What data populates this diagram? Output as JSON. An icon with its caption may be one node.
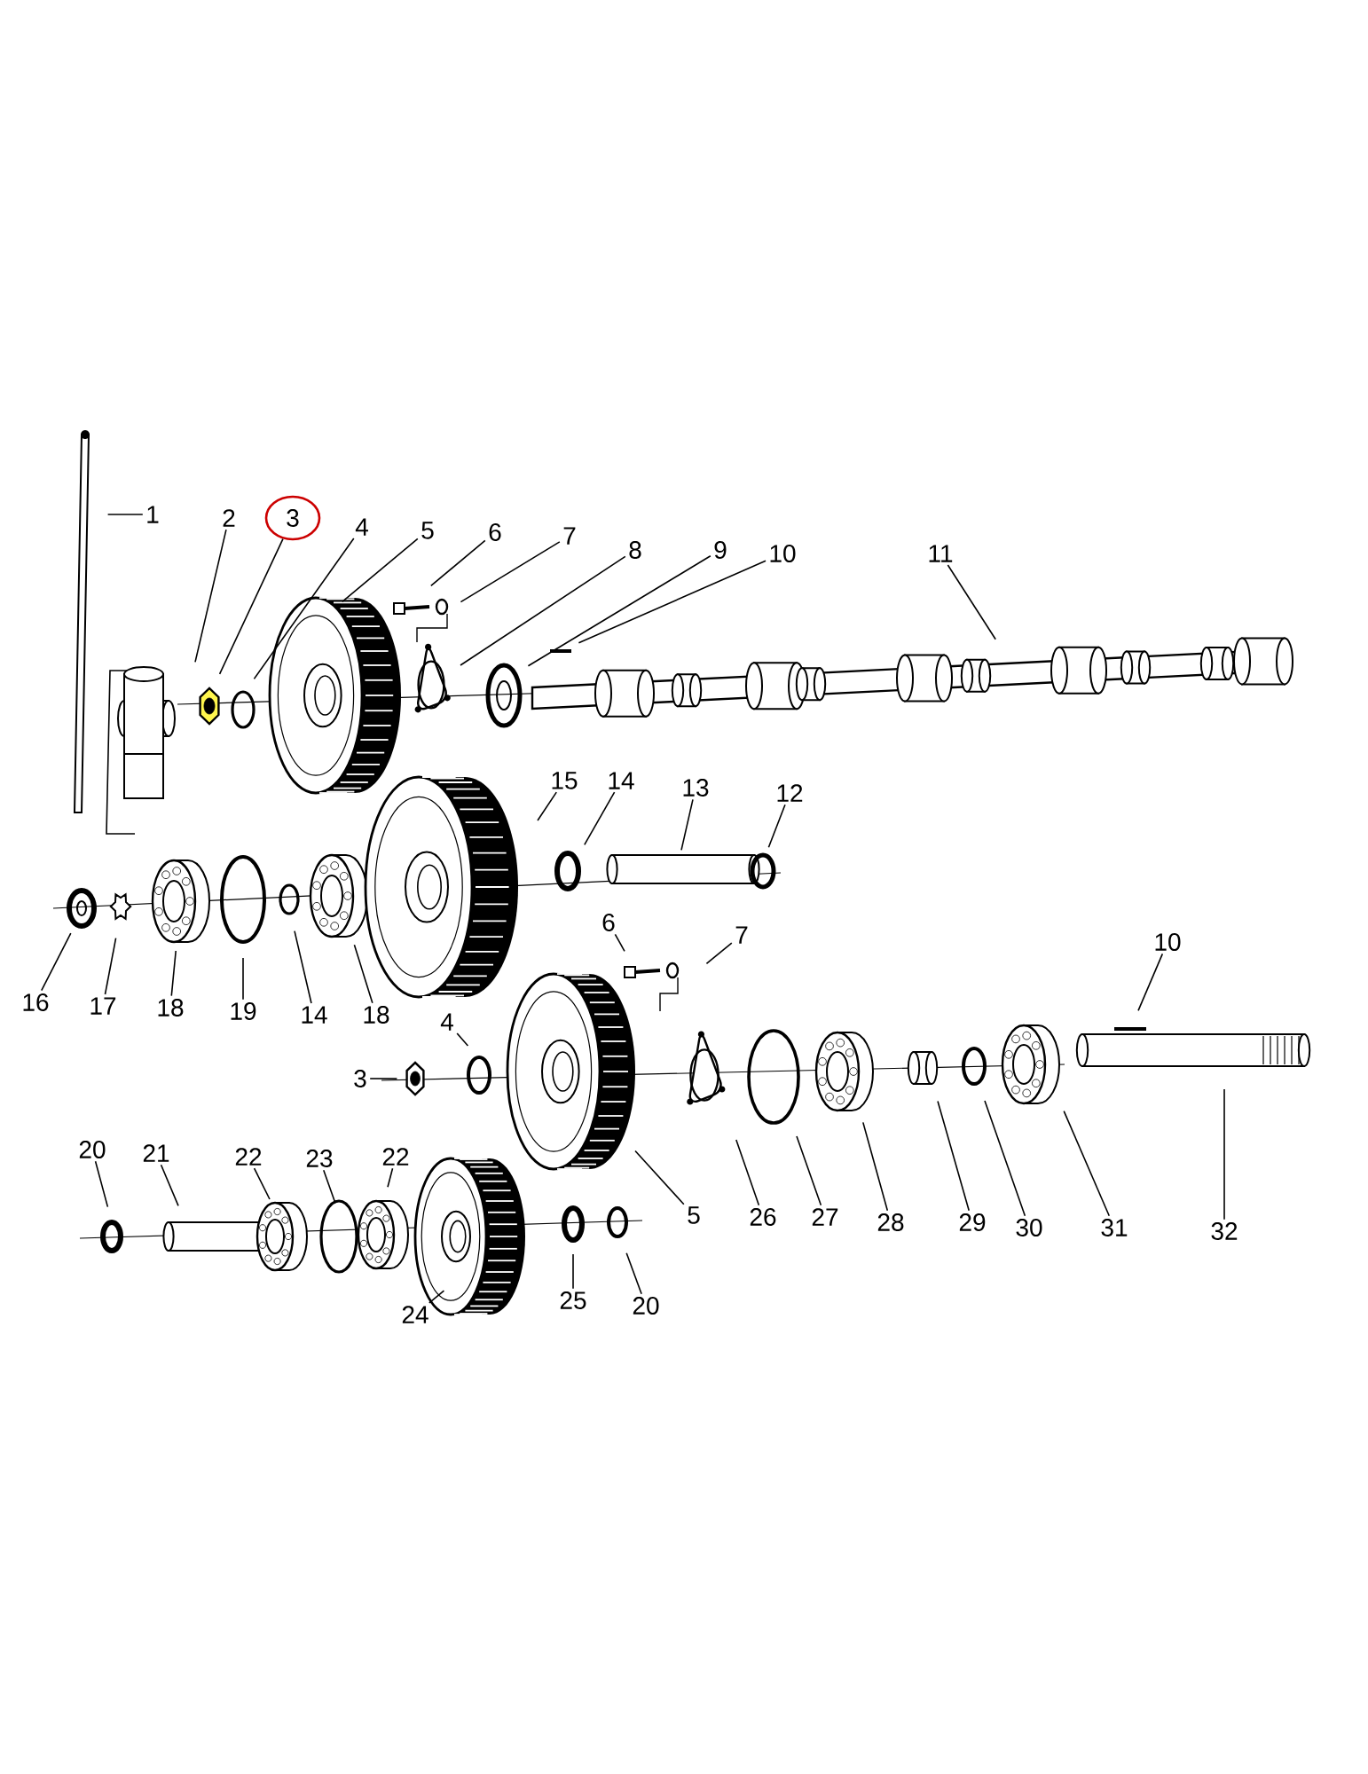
{
  "diagram": {
    "nodes": [
      {
        "text": [
          "1"
        ]
      },
      {
        "text": [
          "2"
        ]
      },
      {
        "text": [
          "3"
        ]
      },
      {
        "text": [
          "4"
        ]
      },
      {
        "text": [
          "5"
        ]
      },
      {
        "text": [
          "6"
        ]
      },
      {
        "text": [
          "7"
        ]
      },
      {
        "text": [
          "8"
        ]
      },
      {
        "text": [
          "9"
        ]
      },
      {
        "text": [
          "10"
        ]
      },
      {
        "text": [
          "11"
        ]
      },
      {
        "text": [
          "15"
        ]
      },
      {
        "text": [
          "14"
        ]
      },
      {
        "text": [
          "13"
        ]
      },
      {
        "text": [
          "12"
        ]
      },
      {
        "text": [
          "16"
        ]
      },
      {
        "text": [
          "17"
        ]
      },
      {
        "text": [
          "18"
        ]
      },
      {
        "text": [
          "19"
        ]
      },
      {
        "text": [
          "14"
        ]
      },
      {
        "text": [
          "18"
        ]
      },
      {
        "text": [
          "6"
        ]
      },
      {
        "text": [
          "7"
        ]
      },
      {
        "text": [
          "10"
        ]
      },
      {
        "text": [
          "4"
        ]
      },
      {
        "text": [
          "3"
        ]
      },
      {
        "text": [
          "5"
        ]
      },
      {
        "text": [
          "26"
        ]
      },
      {
        "text": [
          "27"
        ]
      },
      {
        "text": [
          "28"
        ]
      },
      {
        "text": [
          "29"
        ]
      },
      {
        "text": [
          "30"
        ]
      },
      {
        "text": [
          "31"
        ]
      },
      {
        "text": [
          "32"
        ]
      },
      {
        "text": [
          "20"
        ]
      },
      {
        "text": [
          "21"
        ]
      },
      {
        "text": [
          "22"
        ]
      },
      {
        "text": [
          "23"
        ]
      },
      {
        "text": [
          "22"
        ]
      },
      {
        "text": [
          "24"
        ]
      },
      {
        "text": [
          "25"
        ]
      },
      {
        "text": [
          "20"
        ]
      }
    ],
    "edges": [
      {
        "from": 0,
        "to": null,
        "arrow": "none"
      },
      {
        "from": 1,
        "to": null,
        "arrow": "none"
      },
      {
        "from": 2,
        "to": null,
        "arrow": "none"
      },
      {
        "from": 3,
        "to": null,
        "arrow": "none"
      },
      {
        "from": 4,
        "to": null,
        "arrow": "none"
      },
      {
        "from": 5,
        "to": null,
        "arrow": "none"
      },
      {
        "from": 6,
        "to": null,
        "arrow": "none"
      },
      {
        "from": 7,
        "to": null,
        "arrow": "none"
      },
      {
        "from": 8,
        "to": null,
        "arrow": "none"
      },
      {
        "from": 9,
        "to": null,
        "arrow": "none"
      },
      {
        "from": 10,
        "to": null,
        "arrow": "none"
      },
      {
        "from": 11,
        "to": null,
        "arrow": "none"
      },
      {
        "from": 12,
        "to": null,
        "arrow": "none"
      },
      {
        "from": 13,
        "to": null,
        "arrow": "none"
      },
      {
        "from": 14,
        "to": null,
        "arrow": "none"
      },
      {
        "from": 15,
        "to": null,
        "arrow": "none"
      },
      {
        "from": 16,
        "to": null,
        "arrow": "none"
      },
      {
        "from": 17,
        "to": null,
        "arrow": "none"
      },
      {
        "from": 18,
        "to": null,
        "arrow": "none"
      },
      {
        "from": 19,
        "to": null,
        "arrow": "none"
      },
      {
        "from": 20,
        "to": null,
        "arrow": "none"
      },
      {
        "from": 21,
        "to": null,
        "arrow": "none"
      },
      {
        "from": 22,
        "to": null,
        "arrow": "none"
      },
      {
        "from": 23,
        "to": null,
        "arrow": "none"
      },
      {
        "from": 24,
        "to": null,
        "arrow": "none"
      },
      {
        "from": 25,
        "to": null,
        "arrow": "none"
      },
      {
        "from": 26,
        "to": null,
        "arrow": "none"
      },
      {
        "from": 27,
        "to": null,
        "arrow": "none"
      },
      {
        "from": 28,
        "to": null,
        "arrow": "none"
      },
      {
        "from": 29,
        "to": null,
        "arrow": "none"
      },
      {
        "from": 30,
        "to": null,
        "arrow": "none"
      },
      {
        "from": 31,
        "to": null,
        "arrow": "none"
      },
      {
        "from": 32,
        "to": null,
        "arrow": "none"
      },
      {
        "from": 33,
        "to": null,
        "arrow": "none"
      },
      {
        "from": 34,
        "to": null,
        "arrow": "none"
      },
      {
        "from": 35,
        "to": null,
        "arrow": "none"
      },
      {
        "from": 36,
        "to": null,
        "arrow": "none"
      },
      {
        "from": 37,
        "to": null,
        "arrow": "none"
      },
      {
        "from": 38,
        "to": null,
        "arrow": "none"
      },
      {
        "from": 39,
        "to": null,
        "arrow": "none"
      },
      {
        "from": 40,
        "to": null,
        "arrow": "none"
      },
      {
        "from": 41,
        "to": null,
        "arrow": "none"
      }
    ]
  }
}
